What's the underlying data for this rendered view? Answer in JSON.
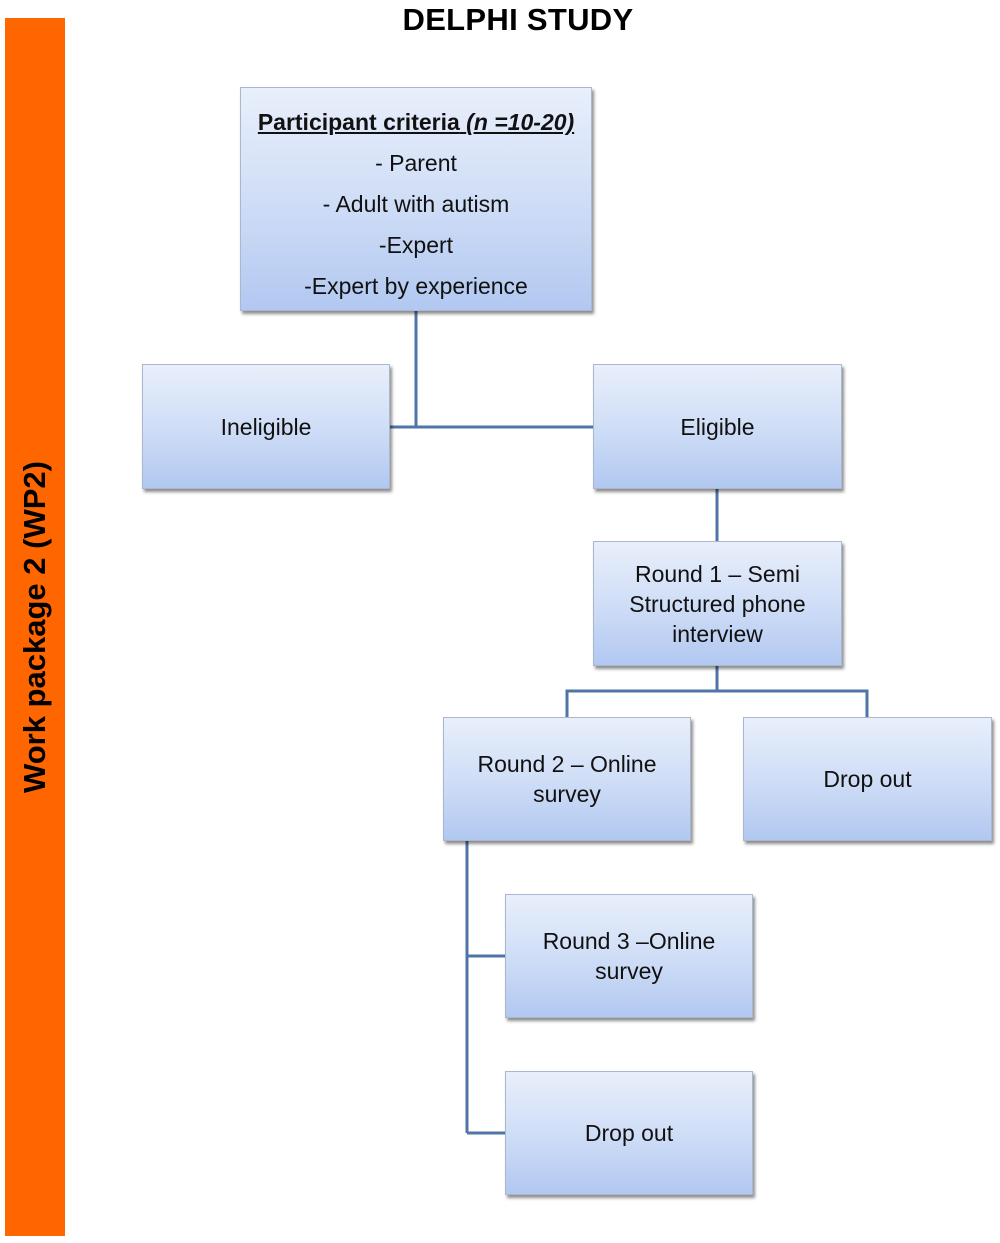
{
  "title": "DELPHI STUDY",
  "sidebar": {
    "label": "Work package 2 (WP2)",
    "color": "#ff6600"
  },
  "criteria": {
    "heading": "Participant criteria",
    "heading_n": "(n =10-20)",
    "items": [
      "- Parent",
      "- Adult with autism",
      "-Expert",
      "-Expert by experience"
    ]
  },
  "nodes": {
    "ineligible": "Ineligible",
    "eligible": "Eligible",
    "round1": "Round 1 – Semi Structured phone interview",
    "round2": "Round 2 – Online survey",
    "dropout1": "Drop out",
    "round3": "Round 3 –Online survey",
    "dropout2": "Drop out"
  },
  "colors": {
    "connector": "#4f74a8",
    "box_border": "#a9b8cf"
  }
}
